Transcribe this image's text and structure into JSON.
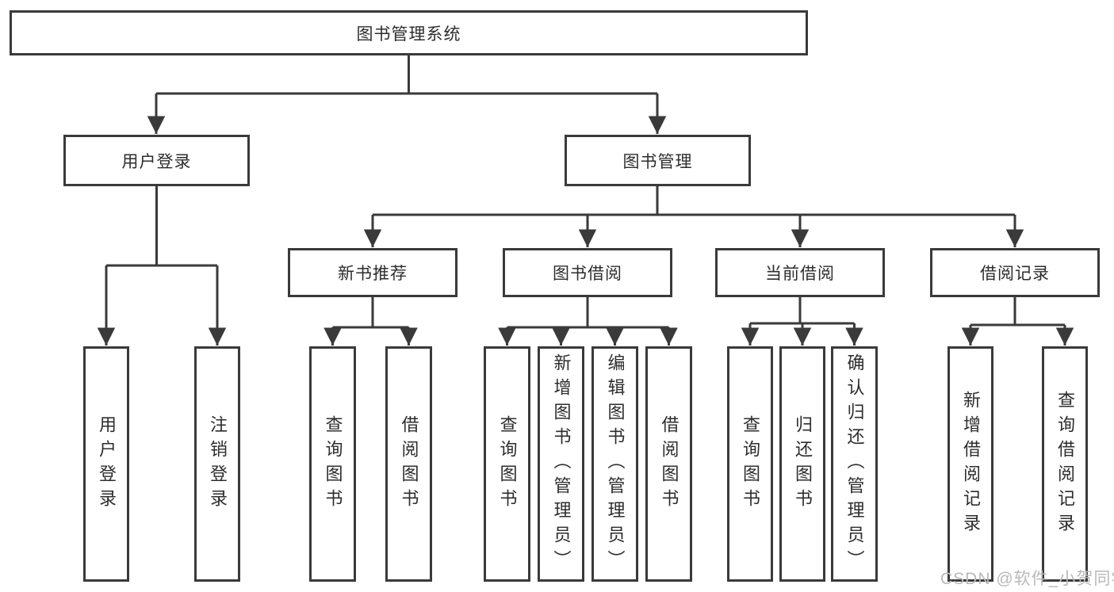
{
  "colors": {
    "line": "#3a3a3a",
    "text": "#2d2d2d",
    "background": "#ffffff",
    "watermark_text": "#b9b9b9"
  },
  "watermark": "CSDN @软件_小贺同学",
  "tree": {
    "root": "图书管理系统",
    "branches": [
      {
        "label": "用户登录",
        "children": [
          "用户登录",
          "注销登录"
        ]
      },
      {
        "label": "图书管理",
        "groups": [
          {
            "label": "新书推荐",
            "children": [
              "查询图书",
              "借阅图书"
            ]
          },
          {
            "label": "图书借阅",
            "children": [
              "查询图书",
              "新增图书（管理员）",
              "编辑图书（管理员）",
              "借阅图书"
            ]
          },
          {
            "label": "当前借阅",
            "children": [
              "查询图书",
              "归还图书",
              "确认归还（管理员）"
            ]
          },
          {
            "label": "借阅记录",
            "children": [
              "新增借阅记录",
              "查询借阅记录"
            ]
          }
        ]
      }
    ]
  }
}
